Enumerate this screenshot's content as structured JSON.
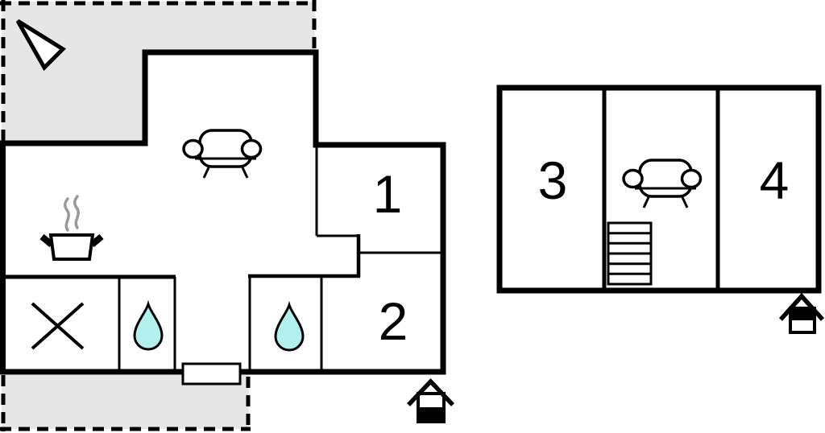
{
  "plan": {
    "type": "floor-plan",
    "floors": [
      {
        "id": "ground-floor",
        "rooms": [
          {
            "id": "room-1",
            "label": "1"
          },
          {
            "id": "room-2",
            "label": "2"
          }
        ],
        "icons": [
          "north-arrow-icon",
          "sofa-icon",
          "steam-icon",
          "cooking-pot-icon",
          "cross-icon",
          "water-drop-icon",
          "water-drop-icon",
          "door",
          "ground-level-house-icon"
        ],
        "terrace_count": 2
      },
      {
        "id": "upper-floor",
        "rooms": [
          {
            "id": "room-3",
            "label": "3"
          },
          {
            "id": "room-4",
            "label": "4"
          }
        ],
        "icons": [
          "sofa-icon",
          "stairs-icon",
          "upper-level-house-icon"
        ],
        "terrace_count": 0
      }
    ]
  },
  "colors": {
    "wall": "#000000",
    "terrace": "#e6e6e6",
    "water": "#b2f0ee",
    "steam": "#999999",
    "paper": "#ffffff"
  }
}
